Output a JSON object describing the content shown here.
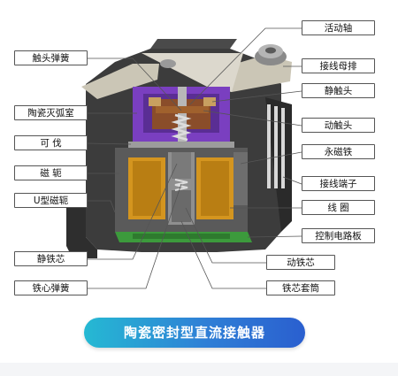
{
  "labels": {
    "contact_spring": "触头弹簧",
    "moving_shaft": "活动轴",
    "terminal_bar": "接线母排",
    "ceramic_arc_chamber": "陶瓷灭弧室",
    "static_contact": "静触头",
    "moving_contact": "动触头",
    "kovar": "可 伐",
    "permanent_magnet": "永磁铁",
    "yoke": "磁 轭",
    "terminal": "接线端子",
    "u_yoke": "U型磁轭",
    "coil": "线 圈",
    "control_board": "控制电路板",
    "static_core": "静铁芯",
    "moving_core": "动铁芯",
    "core_spring": "铁心弹簧",
    "core_sleeve": "铁芯套筒"
  },
  "caption": "陶瓷密封型直流接触器",
  "colors": {
    "housing": "#3a3a3a",
    "arc_chamber": "#7a3fc0",
    "coil": "#d4951f",
    "board": "#3c9a3c",
    "metal": "#c9c4b8",
    "caption_start": "#25b9d3",
    "caption_end": "#2a5fcf"
  }
}
